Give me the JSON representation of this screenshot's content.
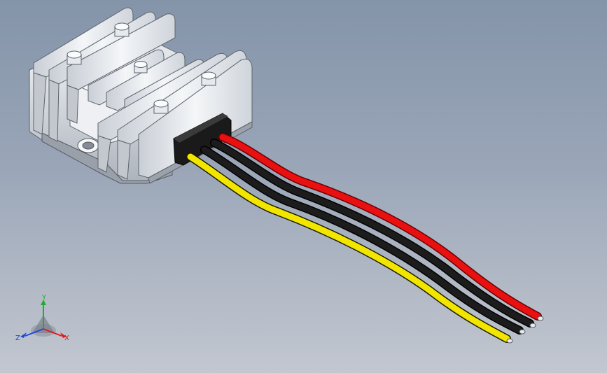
{
  "viewport": {
    "background_top": "#8494a9",
    "background_bottom": "#c2c7d0"
  },
  "model": {
    "part": "dc-dc-converter-module",
    "housing_color": "#e4e7ec",
    "wires": [
      {
        "color": "#e81010",
        "name": "red-wire"
      },
      {
        "color": "#111111",
        "name": "black-wire"
      },
      {
        "color": "#111111",
        "name": "black-wire"
      },
      {
        "color": "#f2e600",
        "name": "yellow-wire"
      }
    ]
  },
  "triad": {
    "x_label": "X",
    "y_label": "Y",
    "z_label": "Z",
    "x_color": "#e01a1a",
    "y_color": "#1fae2a",
    "z_color": "#2446d8"
  }
}
